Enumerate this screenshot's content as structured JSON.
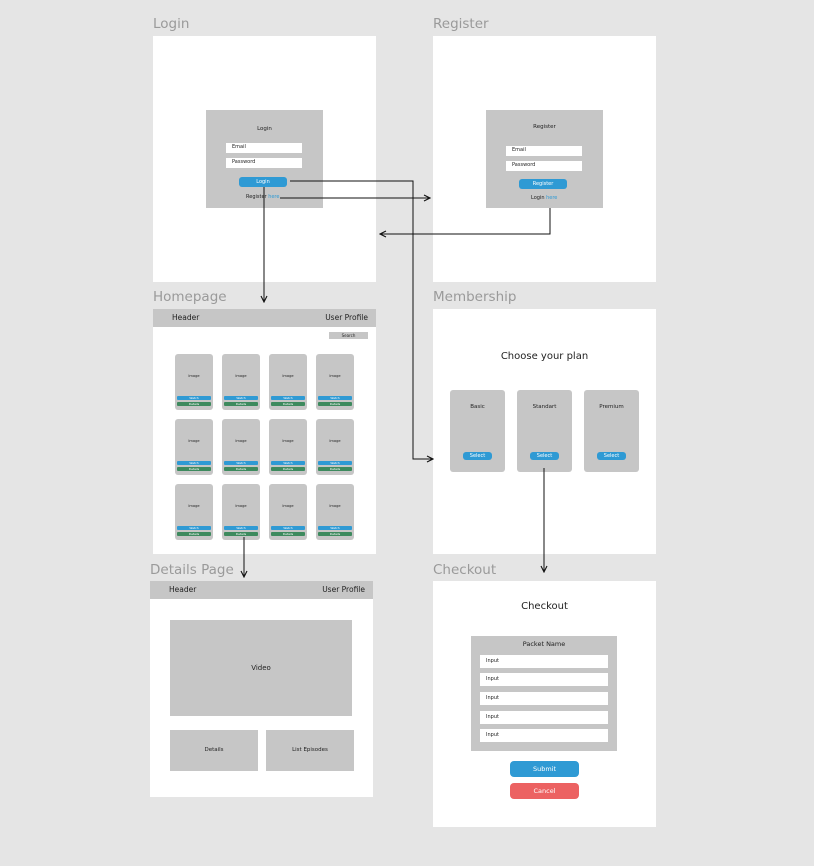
{
  "frames": {
    "login": {
      "title": "Login",
      "heading": "Login",
      "email": "Email",
      "password": "Password",
      "button": "Login",
      "register_prefix": "Register",
      "register_link": "here"
    },
    "register": {
      "title": "Register",
      "heading": "Register",
      "email": "Email",
      "password": "Password",
      "button": "Register",
      "login_prefix": "Login",
      "login_link": "here"
    },
    "homepage": {
      "title": "Homepage",
      "header": "Header",
      "profile": "User Profile",
      "search": "Search",
      "cards": [
        {
          "image": "Image",
          "watch": "Watch",
          "details": "Details"
        },
        {
          "image": "Image",
          "watch": "Watch",
          "details": "Details"
        },
        {
          "image": "Image",
          "watch": "Watch",
          "details": "Details"
        },
        {
          "image": "Image",
          "watch": "Watch",
          "details": "Details"
        },
        {
          "image": "Image",
          "watch": "Watch",
          "details": "Details"
        },
        {
          "image": "Image",
          "watch": "Watch",
          "details": "Details"
        },
        {
          "image": "Image",
          "watch": "Watch",
          "details": "Details"
        },
        {
          "image": "Image",
          "watch": "Watch",
          "details": "Details"
        },
        {
          "image": "Image",
          "watch": "Watch",
          "details": "Details"
        },
        {
          "image": "Image",
          "watch": "Watch",
          "details": "Details"
        },
        {
          "image": "Image",
          "watch": "Watch",
          "details": "Details"
        },
        {
          "image": "Image",
          "watch": "Watch",
          "details": "Details"
        }
      ]
    },
    "membership": {
      "title": "Membership",
      "heading": "Choose your plan",
      "plans": [
        {
          "name": "Basic",
          "button": "Select"
        },
        {
          "name": "Standart",
          "button": "Select"
        },
        {
          "name": "Premium",
          "button": "Select"
        }
      ]
    },
    "details": {
      "title": "Details Page",
      "header": "Header",
      "profile": "User Profile",
      "video": "Video",
      "details_box": "Details",
      "episodes_box": "List Episodes"
    },
    "checkout": {
      "title": "Checkout",
      "heading": "Checkout",
      "packet": "Packet Name",
      "inputs": [
        "Input",
        "Input",
        "Input",
        "Input",
        "Input"
      ],
      "submit": "Submit",
      "cancel": "Cancel"
    }
  },
  "colors": {
    "background": "#e5e5e5",
    "frame": "#ffffff",
    "box": "#c6c6c6",
    "primary": "#2f9ad4",
    "details_green": "#3d8a5e",
    "cancel_red": "#ec6262"
  }
}
